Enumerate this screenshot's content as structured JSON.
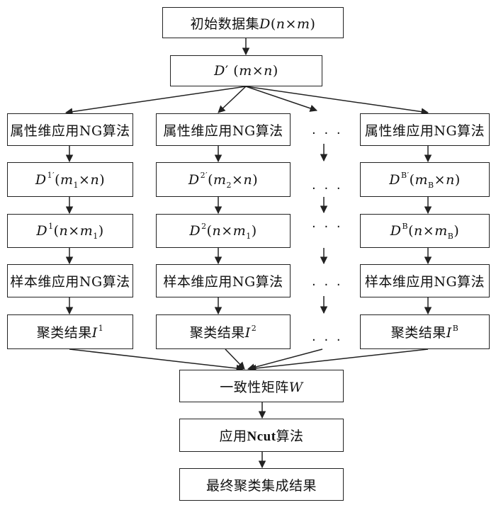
{
  "top": {
    "prefix": "初始数据集",
    "var": "D",
    "paren_open": "(",
    "n": "n",
    "times": "×",
    "m": "m",
    "paren_close": ")"
  },
  "transpose": {
    "var": "D",
    "prime": "′",
    "open": " (",
    "m": "m",
    "times": "×",
    "n": "n",
    "close": ")"
  },
  "columns": [
    {
      "ng_attr": "属性维应用NG算法",
      "dprime": {
        "sup": "1′",
        "msub": "1"
      },
      "d": {
        "sup": "1",
        "msub": "1"
      },
      "ng_sample": "样本维应用NG算法",
      "result": {
        "text": "聚类结果",
        "sup": "1"
      }
    },
    {
      "ng_attr": "属性维应用NG算法",
      "dprime": {
        "sup": "2′",
        "msub": "2"
      },
      "d": {
        "sup": "2",
        "msub": "1"
      },
      "ng_sample": "样本维应用NG算法",
      "result": {
        "text": "聚类结果",
        "sup": "2"
      }
    },
    {
      "ng_attr": "属性维应用NG算法",
      "dprime": {
        "sup": "B′",
        "msub": "B"
      },
      "d": {
        "sup": "B",
        "msub": "B"
      },
      "ng_sample": "样本维应用NG算法",
      "result": {
        "text": "聚类结果",
        "sup": "B"
      }
    }
  ],
  "sym": {
    "D": "D",
    "m": "m",
    "n": "n",
    "times": "×",
    "open": "(",
    "close": ")",
    "I": "I"
  },
  "ellipsis": "· · ·",
  "consensus": {
    "text": "一致性矩阵",
    "var": "W"
  },
  "ncut": {
    "pre": "应用",
    "name": "Ncut",
    "post": "算法"
  },
  "final": "最终聚类集成结果"
}
